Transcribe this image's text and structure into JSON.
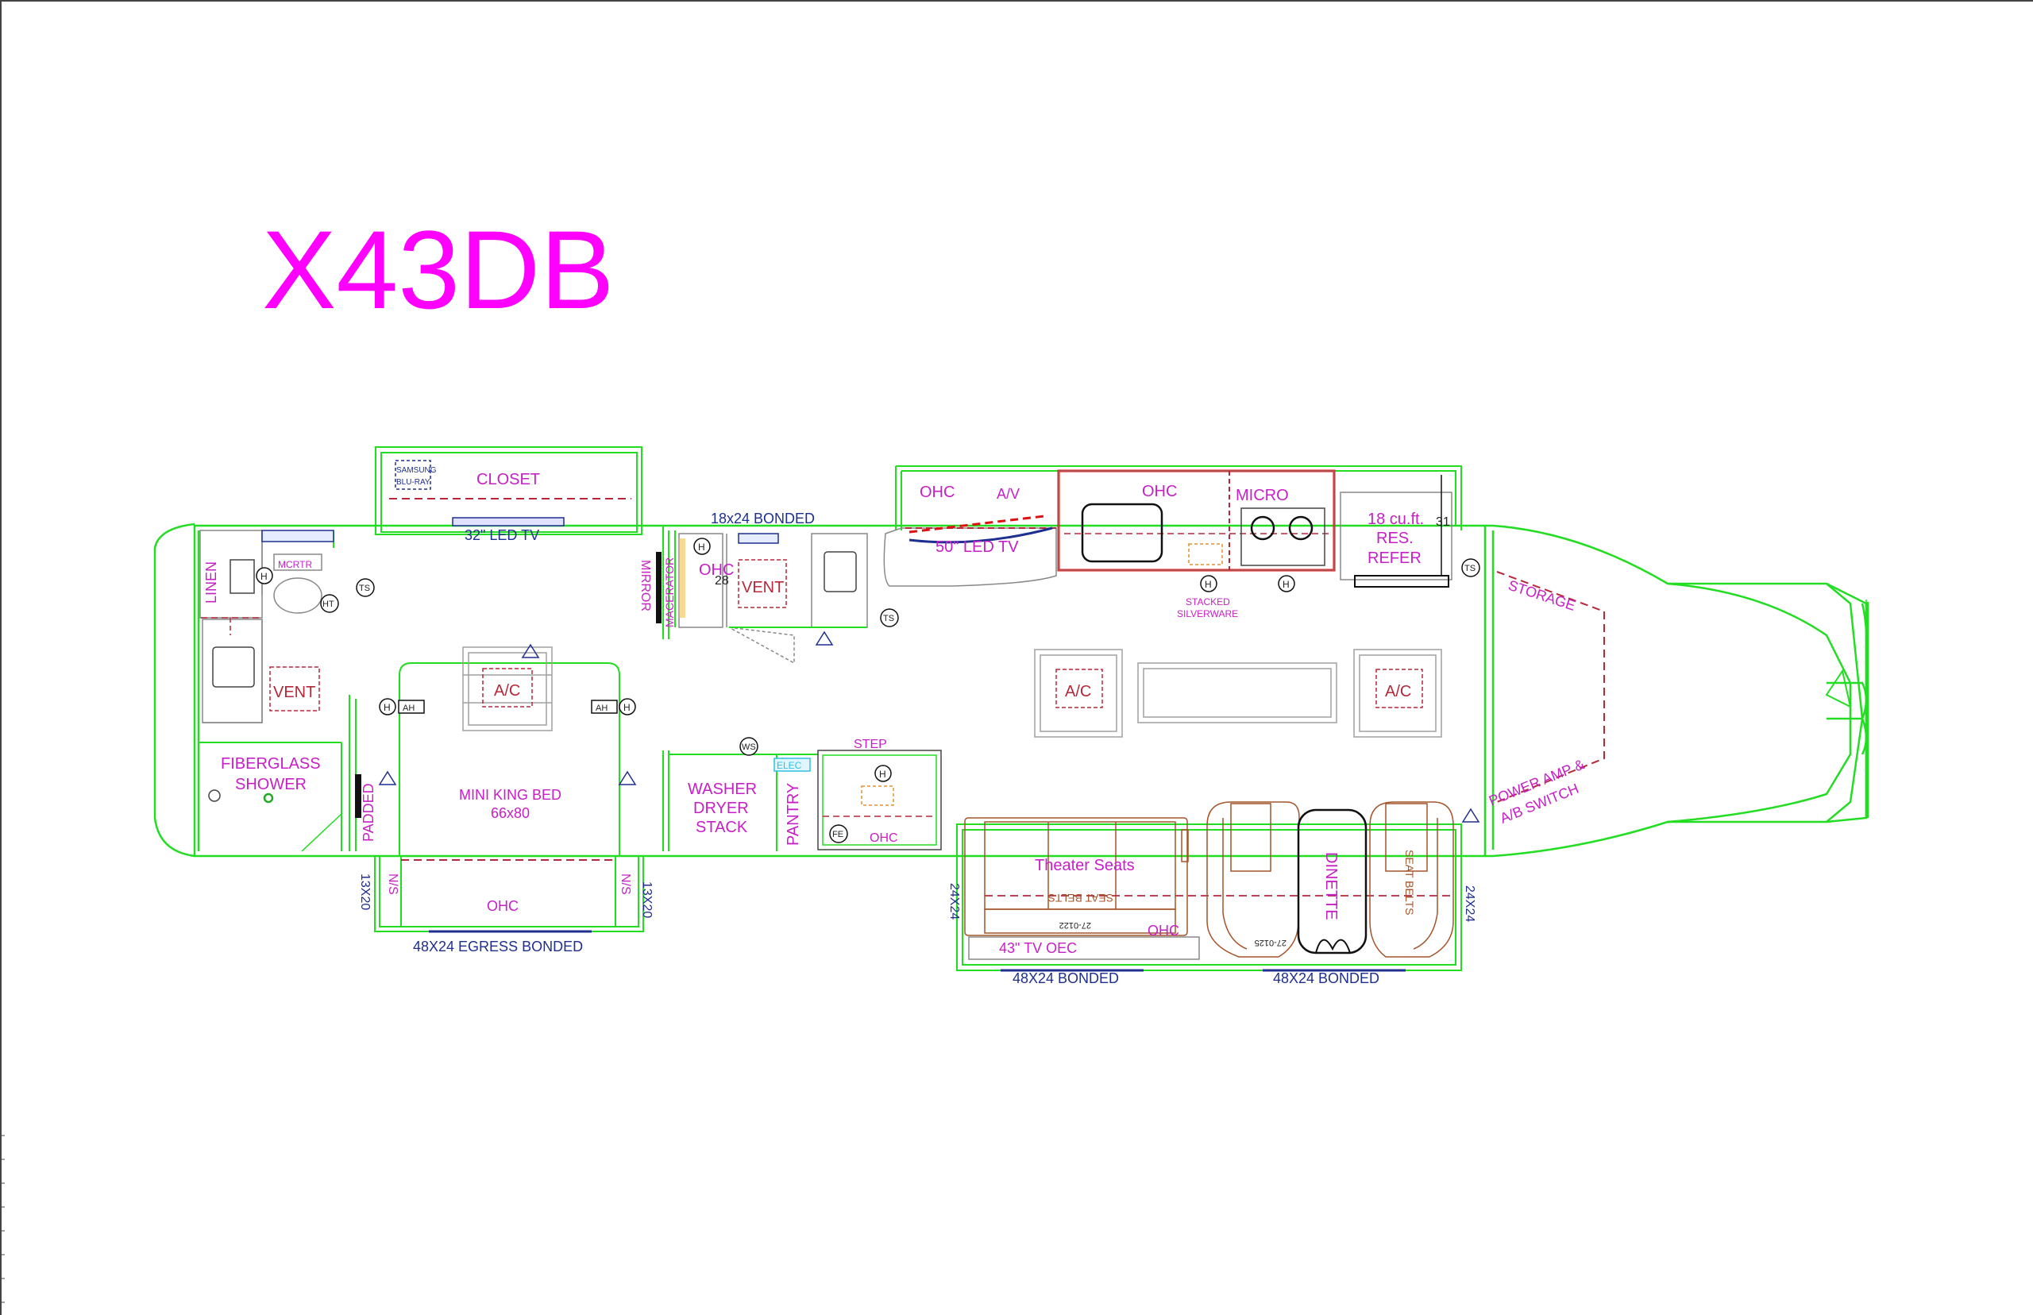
{
  "title": "X43DB",
  "colors": {
    "wall": "#22dd22",
    "label": "#c71fc7",
    "dimension": "#1f2f8f",
    "fixture": "#b5283a",
    "furniture": "#a4552a",
    "dash": "#b5283a",
    "title": "#ff00ff",
    "cabinet": "#a0a0a0",
    "highlight": "#e01010"
  },
  "labels": {
    "closet": "CLOSET",
    "samsung": "SAMSUNG",
    "bluray": "BLU-RAY",
    "tv32": "32\" LED TV",
    "bonded18": "18x24 BONDED",
    "linen": "LINEN",
    "mcrtr": "MCRTR",
    "vent_bath": "VENT",
    "vent_mid": "VENT",
    "fiberglass": "FIBERGLASS",
    "shower": "SHOWER",
    "padded": "PADDED",
    "mini_king": "MINI KING BED",
    "bed_size": "66x80",
    "ac_bed": "A/C",
    "ac_mid": "A/C",
    "ac_front": "A/C",
    "mirror": "MIRROR",
    "macerator": "MACERATOR",
    "ohc_mid": "OHC",
    "dim_28": "28",
    "washer": "WASHER",
    "dryer": "DRYER",
    "stack": "STACK",
    "pantry": "PANTRY",
    "step": "STEP",
    "elec": "ELEC",
    "ohc_step": "OHC",
    "ohc_kitchen_a": "OHC",
    "av": "A/V",
    "tv50": "50\" LED TV",
    "ohc_kitchen_b": "OHC",
    "micro": "MICRO",
    "refer1": "18 cu.ft.",
    "refer2": "RES.",
    "refer3": "REFER",
    "dim_31": "31",
    "stacked": "STACKED",
    "silverware": "SILVERWARE",
    "storage": "STORAGE",
    "power1": "POWER AMP &",
    "power2": "A/B SWITCH",
    "theater": "Theater Seats",
    "seat_belts_a": "SEAT BELTS",
    "seat_belts_b": "SEAT BELTS",
    "dinette": "DINETTE",
    "ohc_theater": "OHC",
    "tv43": "43\" TV OEC",
    "code_a": "27-0122",
    "code_b": "27-0125",
    "ohc_slide": "OHC",
    "ns_left": "N/S",
    "ns_right": "N/S",
    "egress": "48X24 EGRESS BONDED",
    "bonded_a": "48X24 BONDED",
    "bonded_b": "48X24 BONDED",
    "dim_1320_left": "13X20",
    "dim_1320_right": "13X20",
    "dim_2424_left": "24X24",
    "dim_2424_right": "24X24",
    "sym_h": "H",
    "sym_ts": "TS",
    "sym_ht": "HT",
    "sym_ws": "WS",
    "sym_fe": "FE",
    "sym_ah": "AH"
  }
}
